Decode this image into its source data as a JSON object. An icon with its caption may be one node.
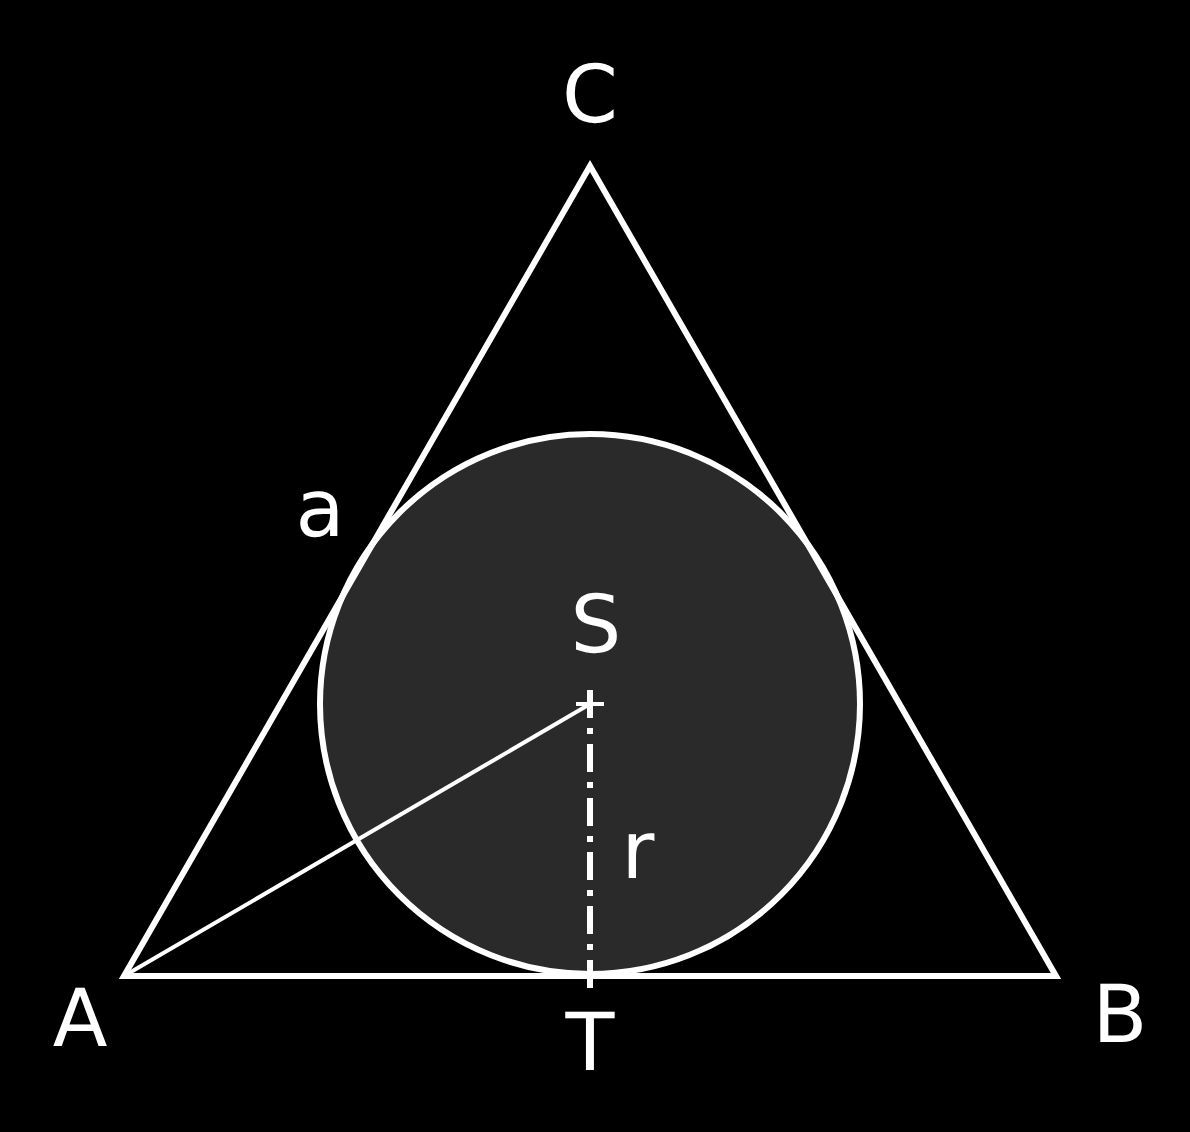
{
  "diagram": {
    "labels": [
      "C",
      "a",
      "S",
      "r",
      "A",
      "T",
      "B"
    ]
  }
}
